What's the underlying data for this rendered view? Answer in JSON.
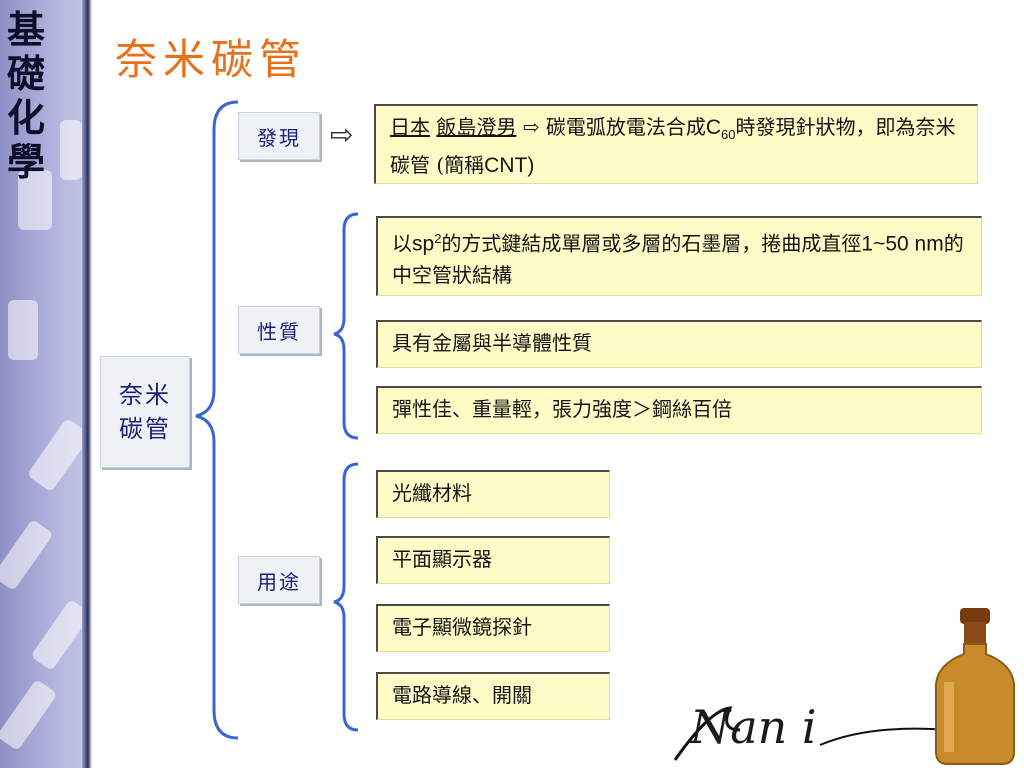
{
  "sidebar": {
    "title_chars": [
      "基",
      "礎",
      "化",
      "學"
    ]
  },
  "title": "奈米碳管",
  "root": {
    "line1": "奈米",
    "line2": "碳管"
  },
  "categories": {
    "discovery": "發現",
    "properties": "性質",
    "uses": "用途"
  },
  "discovery_box": {
    "part1": "日本",
    "part2": "飯島澄男",
    "part3": "⇨ 碳電弧放電法合成",
    "part4": "C",
    "sub": "60",
    "part5": "時發現針狀物，即為奈米碳管 (簡稱",
    "part6": "CNT",
    "part7": ")"
  },
  "property_items": [
    {
      "a": "以",
      "b": "sp",
      "sup": "2",
      "c": "的方式鍵結成單層或多層的石墨層，捲曲成直徑",
      "d": "1~50 nm",
      "e": "的中空管狀結構"
    },
    {
      "text": "具有金屬與半導體性質"
    },
    {
      "text": "彈性佳、重量輕，張力強度＞鋼絲百倍"
    }
  ],
  "use_items": [
    "光纖材料",
    "平面顯示器",
    "電子顯微鏡探針",
    "電路導線、開關"
  ],
  "logo_text": "Nan i",
  "colors": {
    "title": "#e8701a",
    "brace": "#3a64d8",
    "yellow_box": "#fffbc6"
  }
}
